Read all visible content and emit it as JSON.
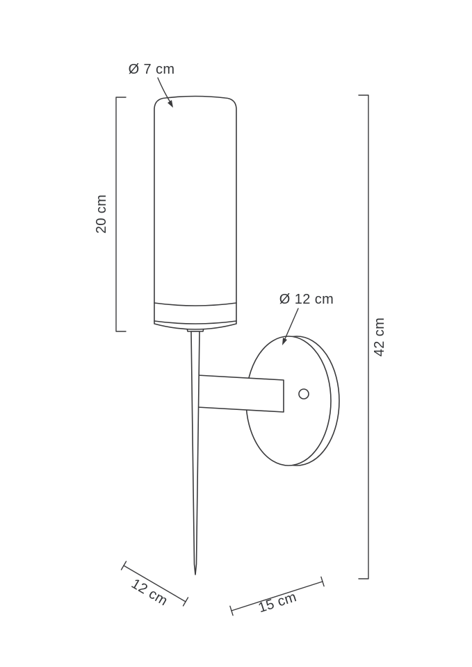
{
  "diagram": {
    "labels": {
      "shade_diameter": "Ø 7 cm",
      "shade_height": "20 cm",
      "plate_diameter": "Ø 12 cm",
      "total_height": "42 cm",
      "base_depth": "12 cm",
      "base_width": "15 cm"
    },
    "colors": {
      "line": "#3a3a3c",
      "background": "#ffffff"
    }
  }
}
